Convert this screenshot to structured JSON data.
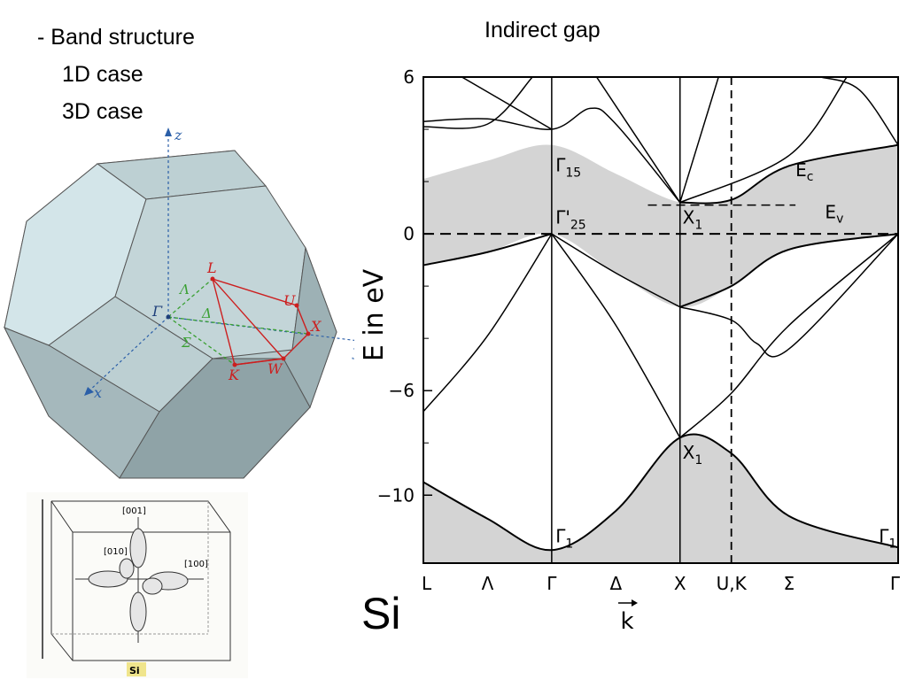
{
  "slide": {
    "bullet1": "- Band structure",
    "bullet2": "1D case",
    "bullet3": "3D case",
    "material": "Si"
  },
  "brillouin_zone": {
    "axis_labels": {
      "z": "z",
      "y": "y",
      "x": "x"
    },
    "points": {
      "gamma": "Γ",
      "L": "L",
      "U": "U",
      "X": "X",
      "K": "K",
      "W": "W"
    },
    "lines": {
      "lambda": "Λ",
      "delta": "Δ",
      "sigma": "Σ"
    },
    "colors": {
      "face_light": "#cfe2e6",
      "face_mid": "#b4c7cb",
      "face_dark": "#8ea2a6",
      "symmetry": "#cc1f1f",
      "path": "#3aa033",
      "axis": "#2b5fa8"
    }
  },
  "ellipsoids": {
    "labels": {
      "001": "[001]",
      "010": "[010]",
      "100": "[100]"
    },
    "caption": "Si",
    "colors": {
      "caption_bg": "#f0e58c"
    }
  },
  "chart_data": {
    "type": "line",
    "title": "Indirect gap",
    "xlabel": "k",
    "ylabel": "E in eV",
    "ylim": [
      -12.6,
      6
    ],
    "yticks": [
      6,
      0,
      -6,
      -10
    ],
    "ytick_labels": [
      "6",
      "0",
      "−6",
      "−10"
    ],
    "x_points": [
      0,
      1,
      1.75,
      2.1,
      3
    ],
    "x_tick_labels": [
      "L",
      "Λ",
      "Γ",
      "Δ",
      "X",
      "U,K",
      "Σ",
      "Γ"
    ],
    "x_tick_positions": [
      0,
      0.5,
      1,
      1.5,
      2,
      2.4,
      2.85,
      3.7
    ],
    "x_range": [
      0,
      3.7
    ],
    "vertical_lines": [
      1,
      2
    ],
    "dashed_vertical": 2.4,
    "gap_lines": {
      "Ev": 0,
      "Ec": 1.1
    },
    "gap_labels": {
      "Ec": "E",
      "Ec_sub": "c",
      "Ev": "E",
      "Ev_sub": "v"
    },
    "point_labels": [
      {
        "base": "Γ",
        "sub": "15",
        "prime": "",
        "x": 1.03,
        "y": 2.4
      },
      {
        "base": "Γ",
        "sub": "25",
        "prime": "'",
        "x": 1.03,
        "y": 0.4
      },
      {
        "base": "X",
        "sub": "1",
        "prime": "",
        "x": 2.02,
        "y": 0.4
      },
      {
        "base": "X",
        "sub": "1",
        "prime": "",
        "x": 2.02,
        "y": -8.6
      },
      {
        "base": "Γ",
        "sub": "1",
        "prime": "",
        "x": 1.03,
        "y": -11.8
      },
      {
        "base": "Γ",
        "sub": "1",
        "prime": "",
        "x": 3.55,
        "y": -11.8
      }
    ],
    "shaded_bands": [
      {
        "name": "valence-low",
        "upper": [
          [
            0,
            -9.5
          ],
          [
            0.5,
            -10.9
          ],
          [
            1,
            -12.1
          ],
          [
            1.5,
            -10.6
          ],
          [
            2,
            -7.8
          ],
          [
            2.4,
            -8.4
          ],
          [
            2.85,
            -10.8
          ],
          [
            3.7,
            -12.0
          ]
        ],
        "lower": [
          [
            0,
            -12.6
          ],
          [
            3.7,
            -12.6
          ]
        ]
      },
      {
        "name": "gap-region",
        "upper": [
          [
            0,
            2.1
          ],
          [
            0.5,
            2.8
          ],
          [
            1,
            3.4
          ],
          [
            1.5,
            2.3
          ],
          [
            2,
            1.2
          ],
          [
            2.4,
            1.3
          ],
          [
            2.85,
            2.6
          ],
          [
            3.7,
            3.4
          ]
        ],
        "lower": [
          [
            0,
            -1.2
          ],
          [
            0.5,
            -0.7
          ],
          [
            1,
            0
          ],
          [
            1.5,
            -1.5
          ],
          [
            2,
            -2.8
          ],
          [
            2.4,
            -2.0
          ],
          [
            2.85,
            -0.6
          ],
          [
            3.7,
            0
          ]
        ]
      }
    ],
    "series": [
      {
        "values": [
          [
            0,
            4.3
          ],
          [
            0.5,
            4.4
          ],
          [
            1,
            4.0
          ],
          [
            1.3,
            4.8
          ],
          [
            1.5,
            4.2
          ],
          [
            2,
            1.2
          ]
        ]
      },
      {
        "values": [
          [
            0,
            4.1
          ],
          [
            0.5,
            4.2
          ],
          [
            0.85,
            6.0
          ]
        ]
      },
      {
        "values": [
          [
            0.3,
            6.0
          ],
          [
            1,
            4.0
          ]
        ]
      },
      {
        "values": [
          [
            1.35,
            6.0
          ],
          [
            2,
            1.2
          ]
        ]
      },
      {
        "values": [
          [
            2,
            1.2
          ],
          [
            2.3,
            6.0
          ]
        ]
      },
      {
        "values": [
          [
            2,
            1.2
          ],
          [
            2.4,
            1.3
          ],
          [
            2.85,
            2.6
          ],
          [
            3.7,
            3.4
          ]
        ]
      },
      {
        "values": [
          [
            2,
            1.2
          ],
          [
            2.85,
            3.0
          ],
          [
            3.3,
            6.0
          ]
        ]
      },
      {
        "values": [
          [
            3.1,
            6.0
          ],
          [
            3.4,
            5.5
          ],
          [
            3.7,
            3.4
          ]
        ]
      },
      {
        "values": [
          [
            1,
            0
          ],
          [
            1.5,
            -3.5
          ],
          [
            2,
            -7.8
          ]
        ]
      },
      {
        "values": [
          [
            1,
            0
          ],
          [
            1.5,
            -1.5
          ],
          [
            2,
            -2.8
          ]
        ]
      },
      {
        "values": [
          [
            0,
            -6.8
          ],
          [
            0.5,
            -3.9
          ],
          [
            1,
            0
          ]
        ]
      },
      {
        "values": [
          [
            0,
            -1.2
          ],
          [
            0.5,
            -0.7
          ],
          [
            1,
            0
          ]
        ]
      },
      {
        "values": [
          [
            2,
            -2.8
          ],
          [
            2.4,
            -2.0
          ],
          [
            2.85,
            -0.6
          ],
          [
            3.7,
            0
          ]
        ]
      },
      {
        "values": [
          [
            2,
            -2.8
          ],
          [
            2.4,
            -3.3
          ],
          [
            2.6,
            -4.2
          ],
          [
            2.85,
            -4.4
          ],
          [
            3.7,
            0
          ]
        ]
      },
      {
        "values": [
          [
            2,
            -7.8
          ],
          [
            2.4,
            -6.1
          ],
          [
            2.85,
            -3.5
          ],
          [
            3.7,
            0
          ]
        ]
      },
      {
        "values": [
          [
            0,
            -9.5
          ],
          [
            0.5,
            -10.9
          ],
          [
            1,
            -12.1
          ],
          [
            1.5,
            -10.6
          ],
          [
            2,
            -7.8
          ],
          [
            2.4,
            -8.4
          ],
          [
            2.85,
            -10.8
          ],
          [
            3.7,
            -12.0
          ]
        ]
      }
    ],
    "colors": {
      "shade": "#d4d4d4",
      "line": "#000000"
    }
  }
}
